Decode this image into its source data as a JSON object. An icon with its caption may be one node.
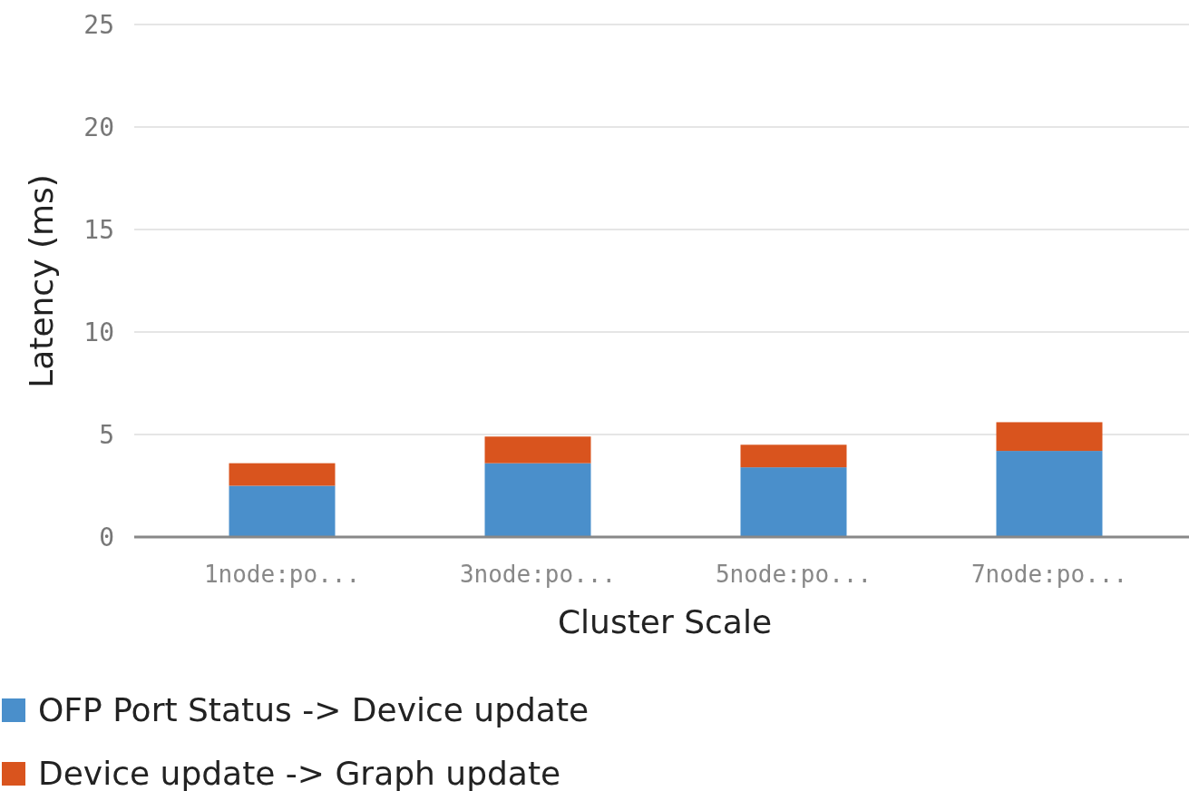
{
  "diagram": {
    "chart_data": {
      "type": "bar",
      "xlabel": "Cluster Scale",
      "ylabel": "Latency (ms)",
      "categories": [
        "1node:po...",
        "3node:po...",
        "5node:po...",
        "7node:po..."
      ],
      "series": [
        {
          "name": "OFP Port Status -> Device update",
          "color": "#4a8fcb",
          "values": [
            2.5,
            3.6,
            3.4,
            4.2
          ]
        },
        {
          "name": "Device update -> Graph update",
          "color": "#d9541e",
          "values": [
            1.1,
            1.3,
            1.1,
            1.4
          ]
        }
      ],
      "ylim": [
        0,
        25
      ],
      "yticks": [
        0,
        5,
        10,
        15,
        20,
        25
      ],
      "stacked": true,
      "orientation": "vertical",
      "grid": true
    }
  }
}
